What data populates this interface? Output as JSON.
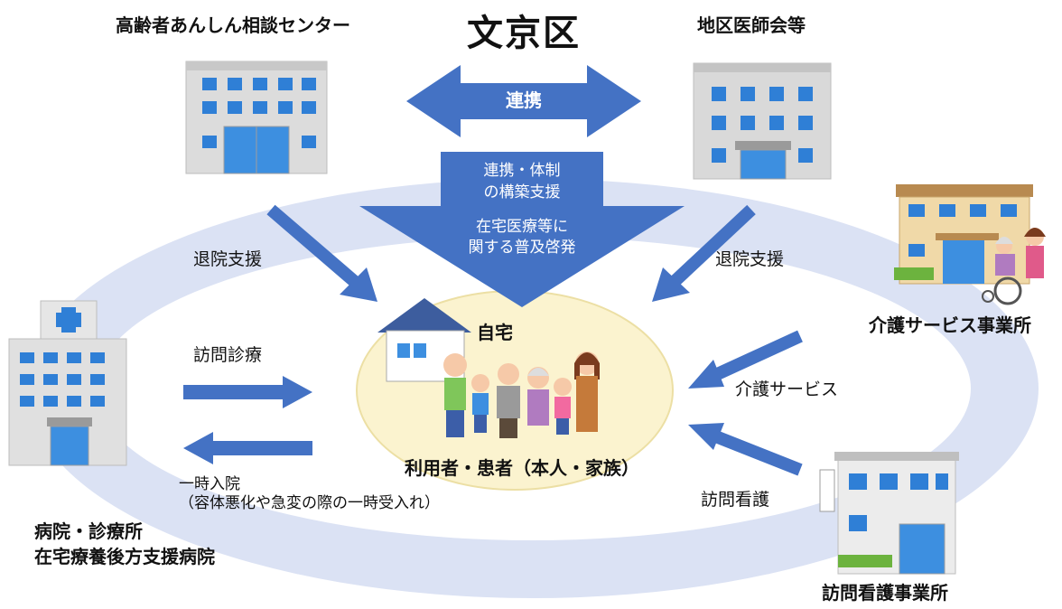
{
  "title": "文京区",
  "center_org": "高齢者あんしん相談センター",
  "medical_assoc": "地区医師会等",
  "renkei": "連携",
  "support_box": [
    "連携・体制",
    "の構築支援",
    "",
    "在宅医療等に",
    "関する普及啓発"
  ],
  "discharge_left": "退院支援",
  "discharge_right": "退院支援",
  "home": "自宅",
  "home_caption": "利用者・患者（本人・家族）",
  "visit_medical": "訪問診療",
  "temp_admission": [
    "一時入院",
    "（容体悪化や急変の際の一時受入れ）"
  ],
  "hospital": [
    "病院・診療所",
    "在宅療養後方支援病院"
  ],
  "care_service": "介護サービス",
  "care_provider": "介護サービス事業所",
  "visit_nursing": "訪問看護",
  "nursing_station": "訪問看護事業所",
  "colors": {
    "arrow": "#4472c4",
    "ring": "#dde4f5",
    "home_ellipse": "#fbf3cf",
    "building_window": "#2f7fd6"
  }
}
